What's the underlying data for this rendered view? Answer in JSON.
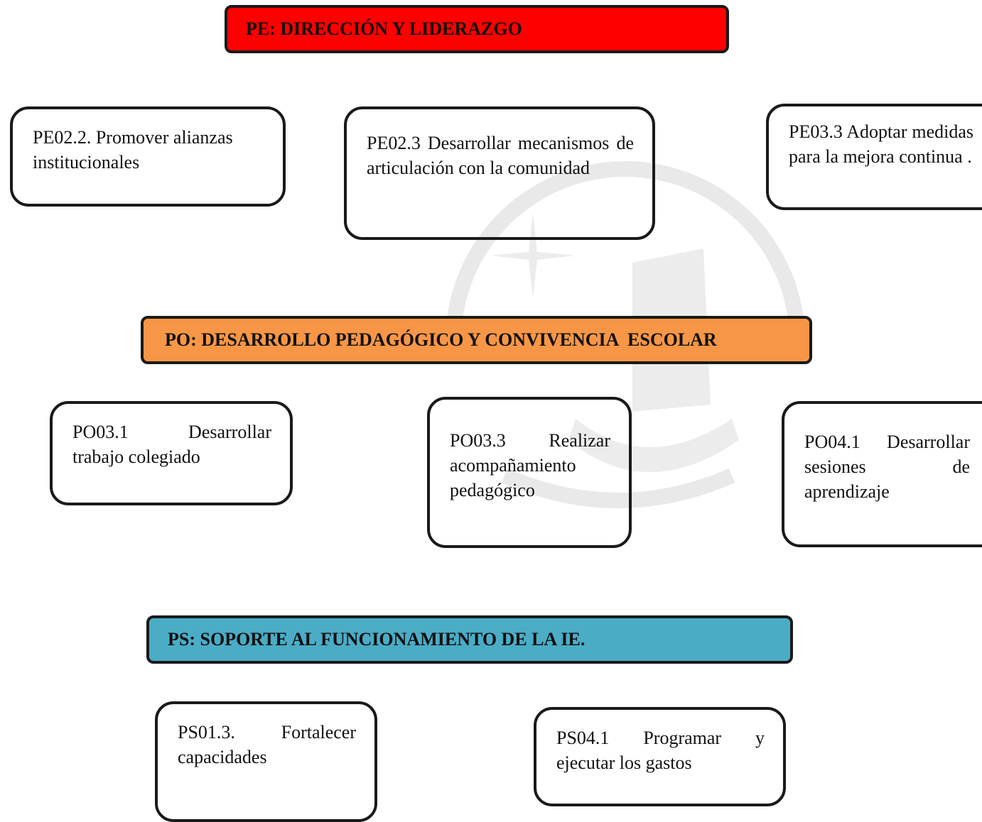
{
  "colors": {
    "pe": "#FF0000",
    "po": "#F79646",
    "ps": "#4BACC6",
    "border": "#1A1A1A",
    "watermark": "#E9E9E9"
  },
  "headers": {
    "pe": "PE: DIRECCIÓN Y LIDERAZGO",
    "po": "PO: DESARROLLO PEDAGÓGICO Y CONVIVENCIA  ESCOLAR",
    "ps": "PS: SOPORTE AL FUNCIONAMIENTO DE LA IE."
  },
  "pe_boxes": [
    {
      "text": "PE02.2.  Promover alianzas institucionales"
    },
    {
      "text": "PE02.3 Desarrollar mecanismos de articulación con la comunidad"
    },
    {
      "text": "PE03.3 Adoptar medidas para la mejora continua ."
    }
  ],
  "po_boxes": [
    {
      "text": "PO03.1 Desarrollar trabajo colegiado"
    },
    {
      "text": "PO03.3 Realizar acompañamiento pedagógico"
    },
    {
      "text": "PO04.1 Desarrollar sesiones de aprendizaje"
    }
  ],
  "ps_boxes": [
    {
      "text": "PS01.3. Fortalecer capacidades"
    },
    {
      "text": "PS04.1 Programar y ejecutar los gastos"
    }
  ]
}
